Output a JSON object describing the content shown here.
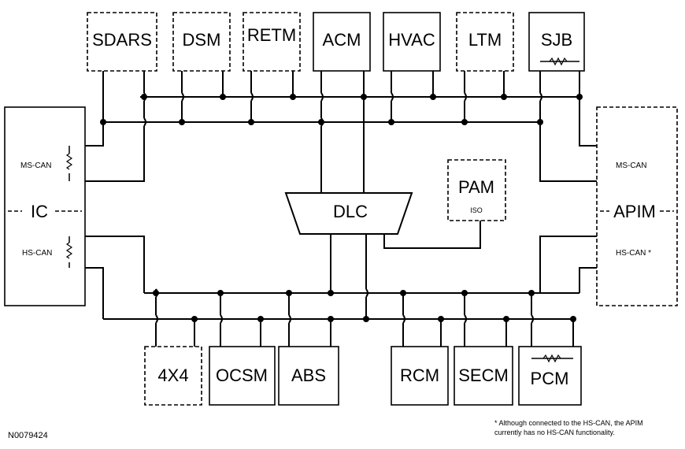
{
  "modules_top": {
    "sdars": "SDARS",
    "dsm": "DSM",
    "retm": "RETM",
    "acm": "ACM",
    "hvac": "HVAC",
    "ltm": "LTM",
    "sjb": "SJB"
  },
  "modules_bottom": {
    "fourx4": "4X4",
    "ocsm": "OCSM",
    "abs": "ABS",
    "rcm": "RCM",
    "secm": "SECM",
    "pcm": "PCM"
  },
  "ic": {
    "name": "IC",
    "ms_can": "MS-CAN",
    "hs_can": "HS-CAN"
  },
  "apim": {
    "name": "APIM",
    "ms_can": "MS-CAN",
    "hs_can": "HS-CAN *"
  },
  "dlc": "DLC",
  "pam": {
    "name": "PAM",
    "iso": "ISO"
  },
  "footnote": {
    "line1": "* Although connected to the HS-CAN, the APIM",
    "line2": "currently has no HS-CAN functionality."
  },
  "figure_id": "N0079424"
}
